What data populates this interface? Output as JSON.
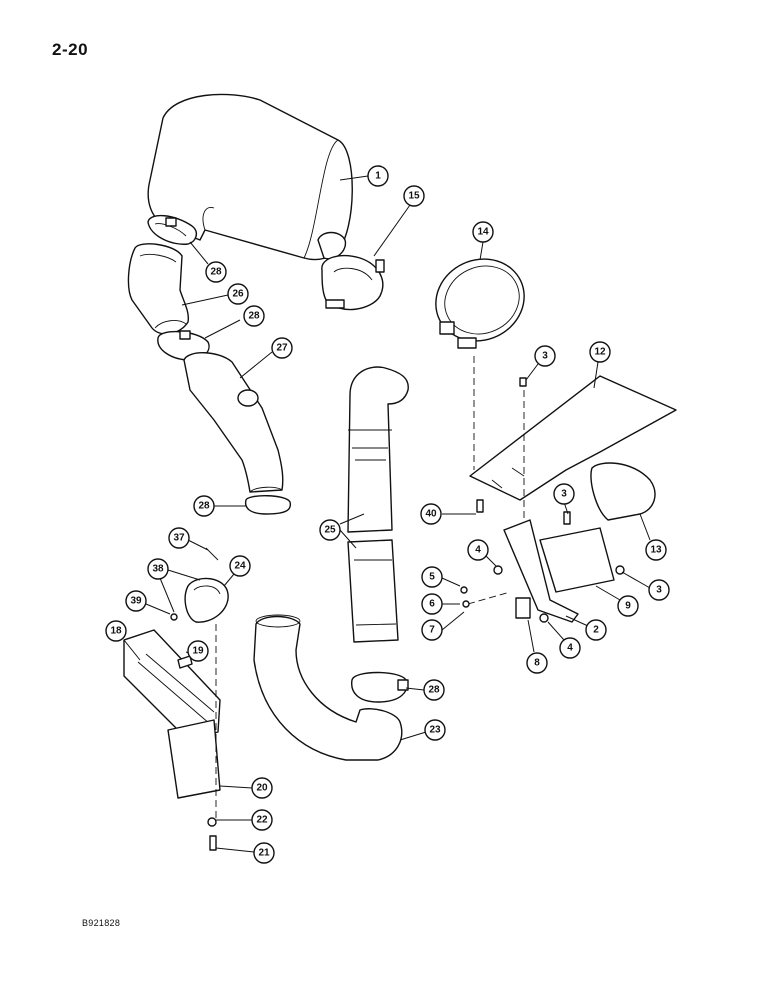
{
  "page_number": "2-20",
  "figure_code": "B921828",
  "callouts": [
    {
      "id": "1"
    },
    {
      "id": "15"
    },
    {
      "id": "14"
    },
    {
      "id": "28"
    },
    {
      "id": "26"
    },
    {
      "id": "28"
    },
    {
      "id": "27"
    },
    {
      "id": "3"
    },
    {
      "id": "12"
    },
    {
      "id": "28"
    },
    {
      "id": "40"
    },
    {
      "id": "3"
    },
    {
      "id": "25"
    },
    {
      "id": "13"
    },
    {
      "id": "37"
    },
    {
      "id": "24"
    },
    {
      "id": "38"
    },
    {
      "id": "4"
    },
    {
      "id": "3"
    },
    {
      "id": "5"
    },
    {
      "id": "39"
    },
    {
      "id": "6"
    },
    {
      "id": "9"
    },
    {
      "id": "7"
    },
    {
      "id": "2"
    },
    {
      "id": "18"
    },
    {
      "id": "4"
    },
    {
      "id": "19"
    },
    {
      "id": "8"
    },
    {
      "id": "28"
    },
    {
      "id": "23"
    },
    {
      "id": "20"
    },
    {
      "id": "22"
    },
    {
      "id": "21"
    }
  ]
}
